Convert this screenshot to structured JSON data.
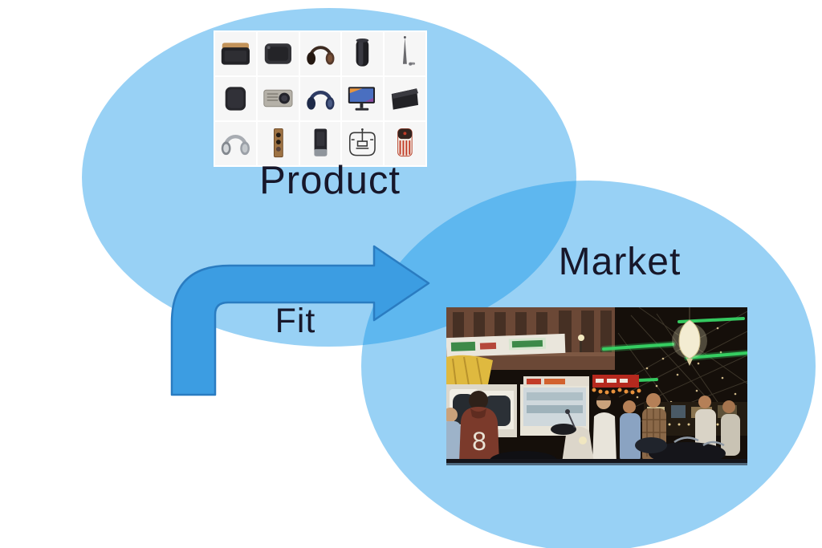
{
  "slide": {
    "left_label": "Product",
    "right_label": "Market",
    "arrow_label": "Fit"
  },
  "colors": {
    "background": "#ffffff",
    "ellipse_fill": "#1496e8",
    "ellipse_single_tint": "#97d0f5",
    "ellipse_overlap_tint": "#5db5ec",
    "arrow_fill": "#3c9de2",
    "arrow_stroke": "#2a7cc1",
    "label_color": "#17172a"
  },
  "product_grid": {
    "rows": 3,
    "cols": 5,
    "items": [
      {
        "name": "wooden-lid-speaker"
      },
      {
        "name": "portable-speaker"
      },
      {
        "name": "brown-headphones"
      },
      {
        "name": "cylinder-speaker"
      },
      {
        "name": "telescopic-antenna"
      },
      {
        "name": "square-speaker"
      },
      {
        "name": "vintage-radio"
      },
      {
        "name": "navy-headphones"
      },
      {
        "name": "desktop-monitor"
      },
      {
        "name": "wedge-speaker"
      },
      {
        "name": "silver-headphones"
      },
      {
        "name": "tower-speaker"
      },
      {
        "name": "slim-speaker"
      },
      {
        "name": "patent-line-drawing"
      },
      {
        "name": "striped-feature-phone"
      }
    ]
  },
  "market_photo": {
    "scene": "night-street-market",
    "jersey_number": "8"
  }
}
